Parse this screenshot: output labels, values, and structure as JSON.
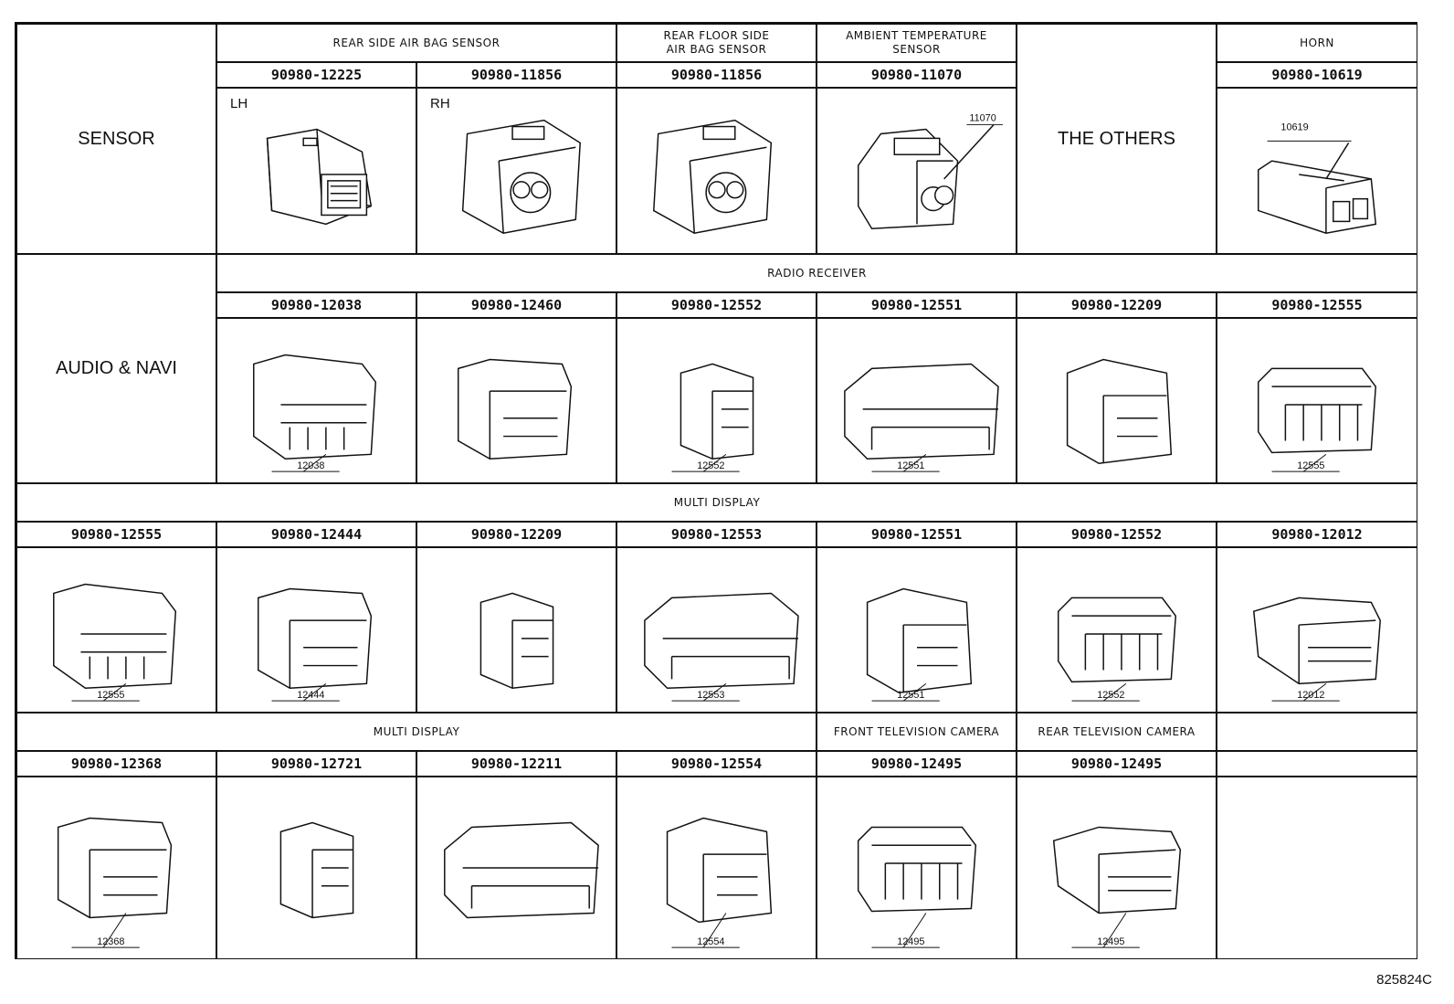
{
  "reference_code": "825824C",
  "rows": [
    {
      "category": "SENSOR",
      "group_headers": [
        "REAR SIDE AIR BAG SENSOR",
        "REAR FLOOR SIDE\nAIR BAG SENSOR",
        "AMBIENT TEMPERATURE\nSENSOR",
        "HORN"
      ],
      "other_label": "THE OTHERS",
      "parts": [
        {
          "number": "90980-12225",
          "side": "LH",
          "callout": ""
        },
        {
          "number": "90980-11856",
          "side": "RH",
          "callout": ""
        },
        {
          "number": "90980-11856",
          "side": "",
          "callout": ""
        },
        {
          "number": "90980-11070",
          "side": "",
          "callout": "11070"
        },
        {
          "number": "90980-10619",
          "side": "",
          "callout": "10619"
        }
      ]
    },
    {
      "category": "AUDIO & NAVI",
      "group_headers": [
        "RADIO RECEIVER"
      ],
      "parts": [
        {
          "number": "90980-12038",
          "callout": "12038"
        },
        {
          "number": "90980-12460",
          "callout": ""
        },
        {
          "number": "90980-12552",
          "callout": "12552"
        },
        {
          "number": "90980-12551",
          "callout": "12551"
        },
        {
          "number": "90980-12209",
          "callout": ""
        },
        {
          "number": "90980-12555",
          "callout": "12555"
        }
      ]
    },
    {
      "group_headers": [
        "MULTI DISPLAY"
      ],
      "parts": [
        {
          "number": "90980-12555",
          "callout": "12555"
        },
        {
          "number": "90980-12444",
          "callout": "12444"
        },
        {
          "number": "90980-12209",
          "callout": ""
        },
        {
          "number": "90980-12553",
          "callout": "12553"
        },
        {
          "number": "90980-12551",
          "callout": "12551"
        },
        {
          "number": "90980-12552",
          "callout": "12552"
        },
        {
          "number": "90980-12012",
          "callout": "12012"
        }
      ]
    },
    {
      "group_headers": [
        "MULTI DISPLAY",
        "FRONT TELEVISION CAMERA",
        "REAR TELEVISION CAMERA"
      ],
      "parts": [
        {
          "number": "90980-12368",
          "callout": "12368"
        },
        {
          "number": "90980-12721",
          "callout": ""
        },
        {
          "number": "90980-12211",
          "callout": ""
        },
        {
          "number": "90980-12554",
          "callout": "12554"
        },
        {
          "number": "90980-12495",
          "callout": "12495"
        },
        {
          "number": "90980-12495",
          "callout": "12495"
        }
      ]
    }
  ]
}
